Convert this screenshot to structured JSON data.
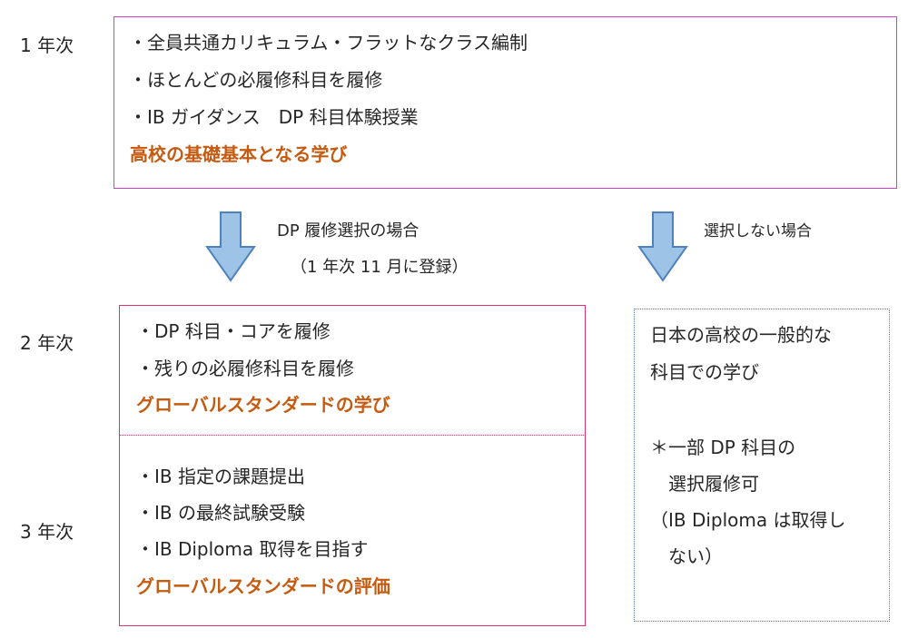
{
  "year1": {
    "label": "1 年次",
    "items": [
      "・全員共通カリキュラム・フラットなクラス編制",
      "・ほとんどの必履修科目を履修",
      "・IB ガイダンス　DP 科目体験授業"
    ],
    "emphasis": "高校の基礎基本となる学び"
  },
  "branch_dp": {
    "line1": "DP 履修選択の場合",
    "line2": "（1 年次 11 月に登録）"
  },
  "branch_other": {
    "label": "選択しない場合"
  },
  "year2": {
    "label": "2 年次",
    "items": [
      "・DP 科目・コアを履修",
      "・残りの必履修科目を履修"
    ],
    "emphasis": "グローバルスタンダードの学び"
  },
  "year3": {
    "label": "3 年次",
    "items": [
      "・IB 指定の課題提出",
      "・IB の最終試験受験",
      "・IB Diploma  取得を目指す"
    ],
    "emphasis": "グローバルスタンダードの評価"
  },
  "alt_box": {
    "lines": [
      "日本の高校の一般的な",
      "科目での学び",
      "＊一部 DP 科目の",
      "　選択履修可",
      "（IB Diploma は取得し",
      "　ない）"
    ]
  },
  "colors": {
    "emphasis": "#c55a11",
    "arrow_fill": "#9dc3e6",
    "arrow_stroke": "#4f81bd",
    "year1_border": "#d63ad6",
    "year23_border": "#e0306e",
    "alt_border": "#4a7fd6"
  }
}
